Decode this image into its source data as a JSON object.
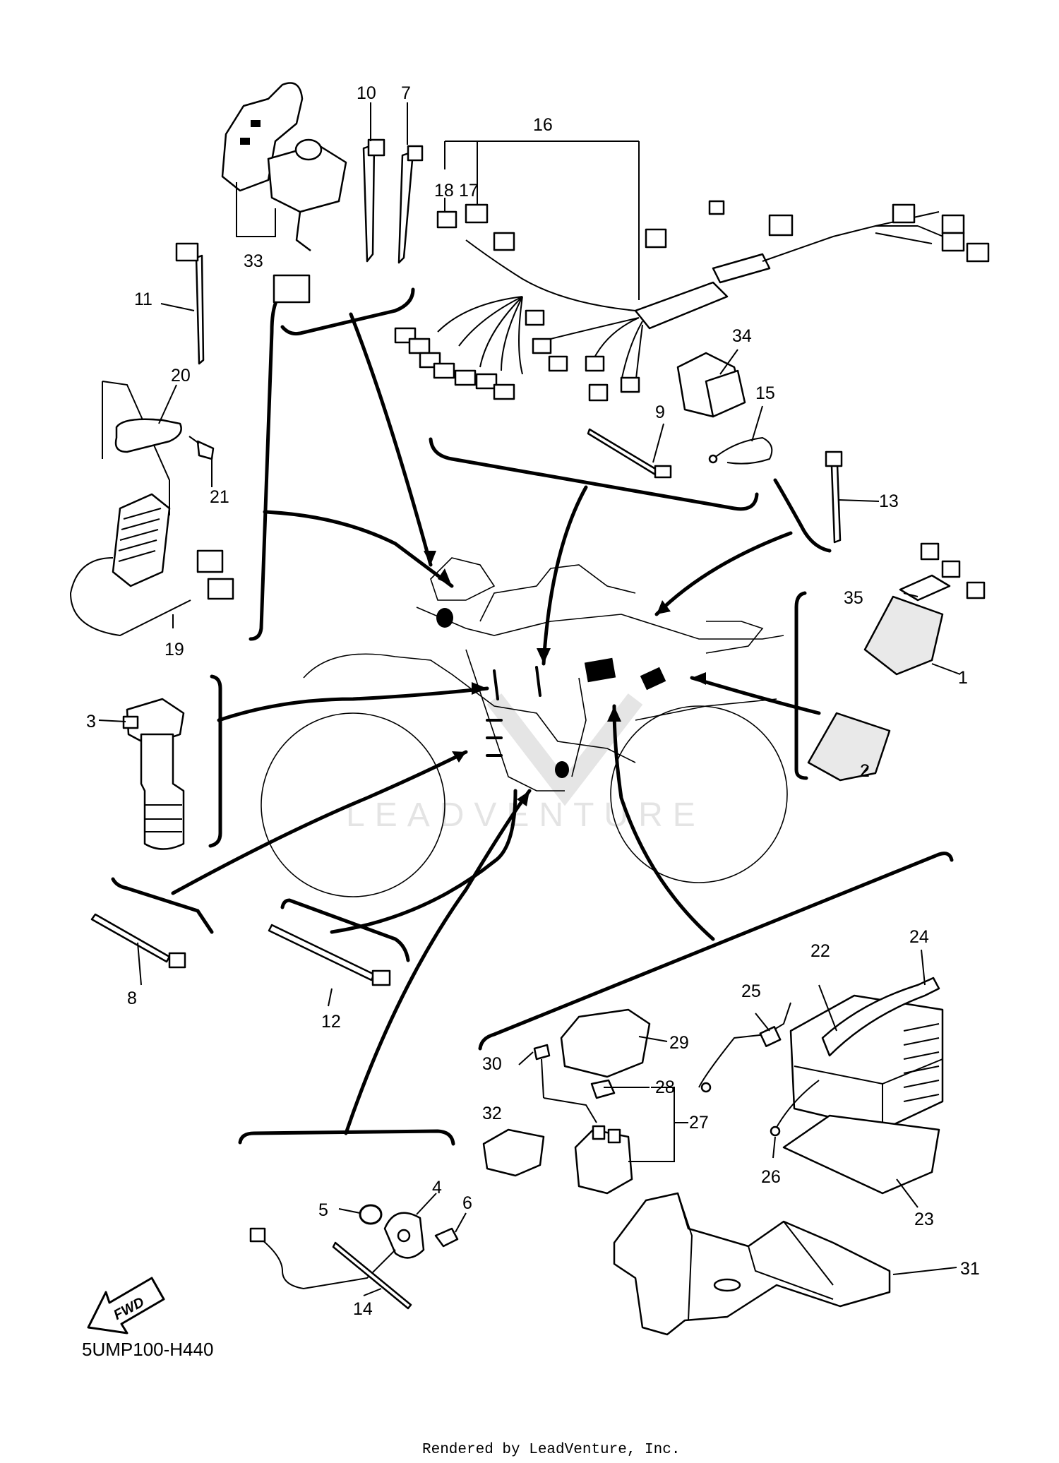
{
  "diagram_code": "5UMP100-H440",
  "footer_text": "Rendered by LeadVenture, Inc.",
  "watermark_text": "LEADVENTURE",
  "fwd_label": "FWD",
  "callouts": {
    "c1": "1",
    "c2": "2",
    "c3": "3",
    "c4": "4",
    "c5": "5",
    "c6": "6",
    "c7": "7",
    "c8": "8",
    "c9": "9",
    "c10": "10",
    "c11": "11",
    "c12": "12",
    "c13": "13",
    "c14": "14",
    "c15": "15",
    "c16": "16",
    "c17": "17",
    "c18": "18",
    "c19": "19",
    "c20": "20",
    "c21": "21",
    "c22": "22",
    "c23": "23",
    "c24": "24",
    "c25": "25",
    "c26": "26",
    "c27": "27",
    "c28": "28",
    "c29": "29",
    "c30": "30",
    "c31": "31",
    "c32": "32",
    "c33": "33",
    "c34": "34",
    "c35": "35"
  }
}
